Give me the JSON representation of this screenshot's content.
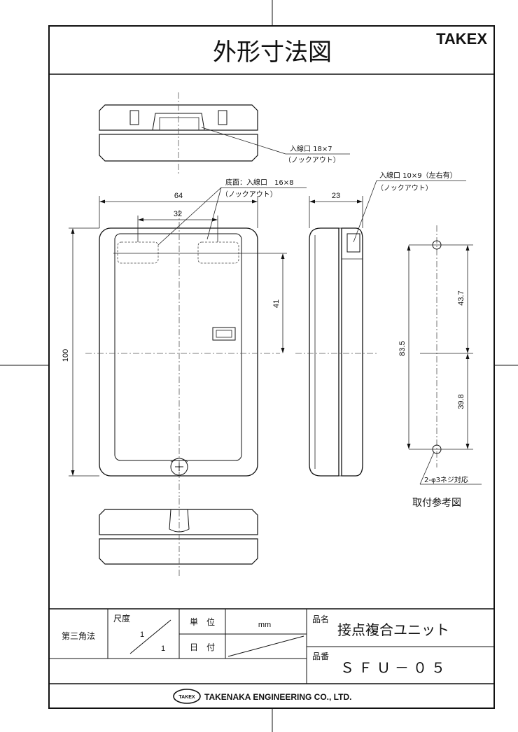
{
  "header": {
    "title": "外形寸法図",
    "brand": "TAKEX"
  },
  "views": {
    "top_note_line1": "入線口 18×7",
    "top_note_line2": "（ノックアウト）",
    "bottom_note_line1": "底面：入線口　16×8",
    "bottom_note_line2": "（ノックアウト）",
    "side_note_line1": "入線口 10×9（左右有）",
    "side_note_line2": "（ノックアウト）",
    "dim_width": "64",
    "dim_knockout_pitch": "32",
    "dim_height": "100",
    "dim_hole_offset": "41",
    "dim_depth": "23",
    "mount_pitch": "83.5",
    "mount_upper": "43.7",
    "mount_lower": "39.8",
    "screw_note": "2-φ3ネジ対応",
    "mount_caption": "取付参考図"
  },
  "title_block": {
    "projection": "第三角法",
    "scale_label": "尺度",
    "scale_num": "1",
    "scale_den": "1",
    "unit_label": "単　位",
    "unit_value": "mm",
    "date_label": "日　付",
    "name_label": "品名",
    "name_value": "接点複合ユニット",
    "code_label": "品番",
    "code_value": "ＳＦＵ－０５",
    "logo_text": "TAKEX",
    "company": "TAKENAKA ENGINEERING CO., LTD."
  }
}
